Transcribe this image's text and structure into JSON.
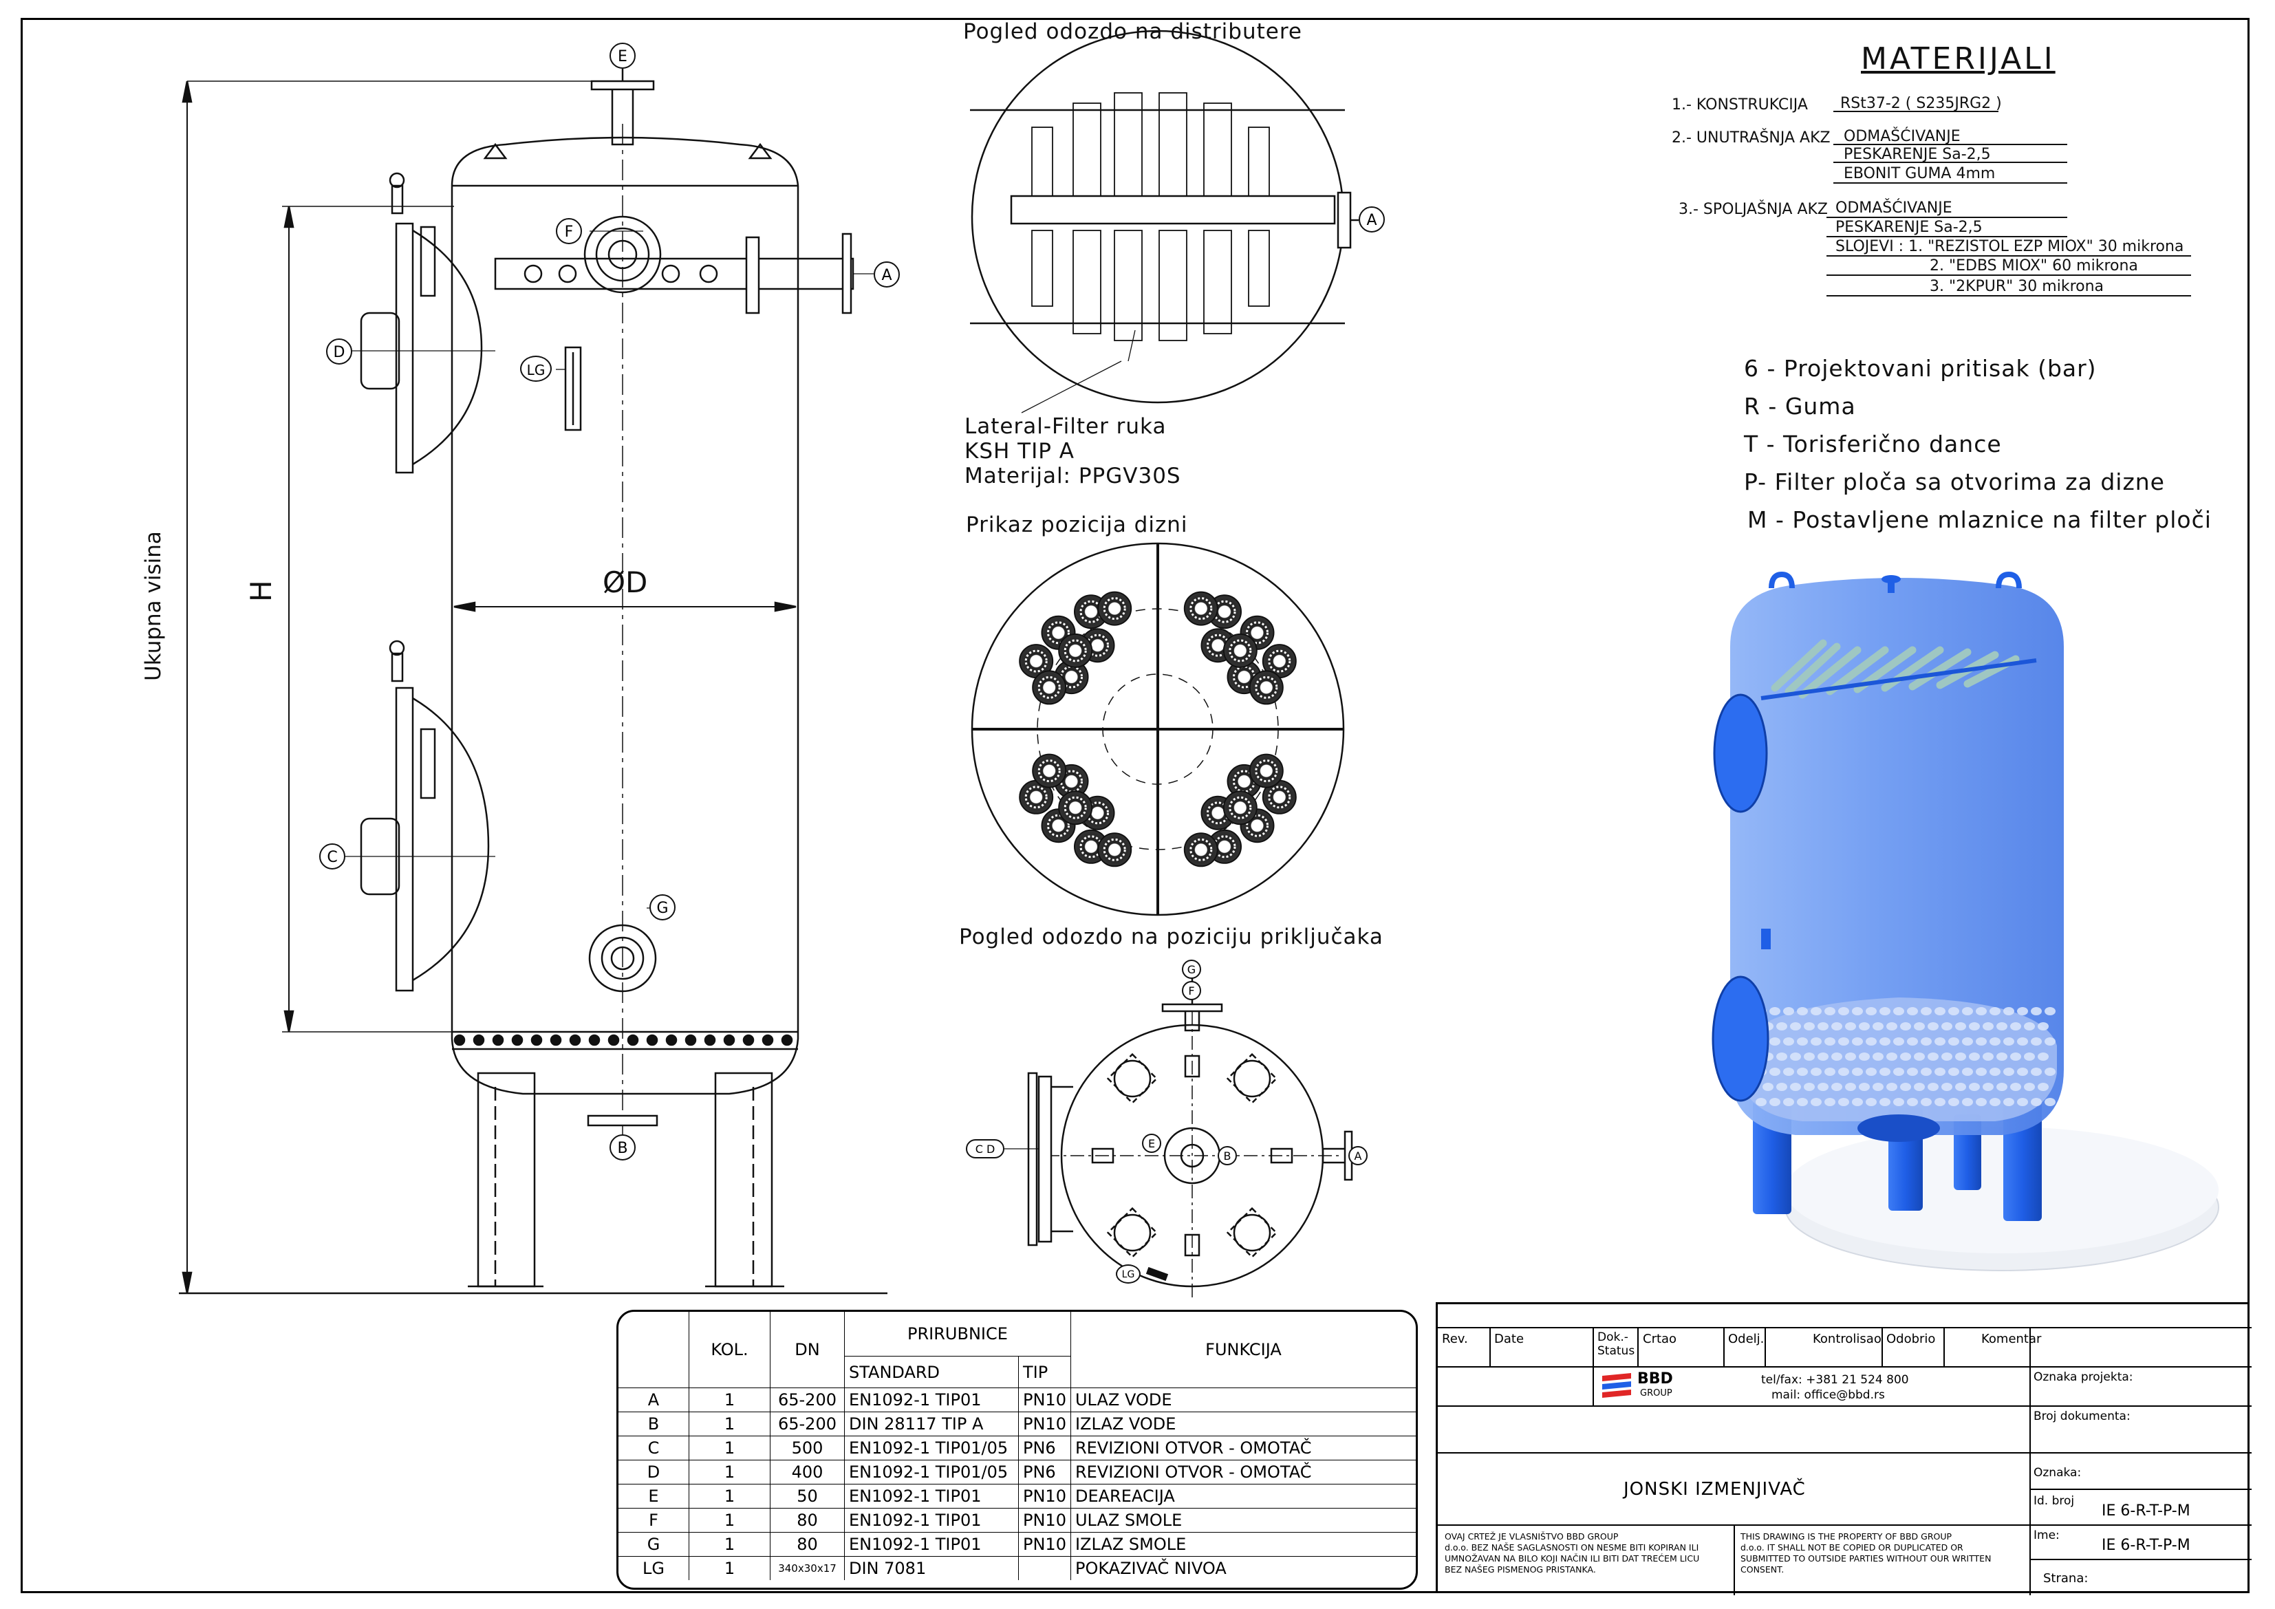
{
  "views": {
    "top_distributor": "Pogled odozdo na distributere",
    "lateral_note": [
      "Lateral-Filter ruka",
      "KSH TIP A",
      "Materijal: PPGV30S"
    ],
    "nozzle_positions": "Prikaz pozicija dizni",
    "connections_view": "Pogled odozdo na poziciju priključaka"
  },
  "dimensions": {
    "total_height": "Ukupna visina",
    "h": "H",
    "diameter": "ØD"
  },
  "labels": {
    "A": "A",
    "B": "B",
    "C": "C",
    "D": "D",
    "E": "E",
    "F": "F",
    "G": "G",
    "LG": "LG",
    "CD": "C D"
  },
  "materials": {
    "title": "MATERIJALI",
    "rows": [
      {
        "label": "1.- KONSTRUKCIJA",
        "value": "RSt37-2 ( S235JRG2 )"
      },
      {
        "label": "2.- UNUTRAŠNJA AKZ",
        "value": "ODMAŠĆIVANJE"
      },
      {
        "label": "",
        "value": "PESKARENJE Sa-2,5"
      },
      {
        "label": "",
        "value": "EBONIT GUMA 4mm"
      },
      {
        "label": "3.- SPOLJAŠNJA AKZ",
        "value": "ODMAŠĆIVANJE"
      },
      {
        "label": "",
        "value": "PESKARENJE Sa-2,5"
      },
      {
        "label": "",
        "value": "SLOJEVI : 1. \"REZISTOL EZP MIOX\" 30 mikrona"
      },
      {
        "label": "",
        "value": "2. \"EDBS MIOX\" 60 mikrona"
      },
      {
        "label": "",
        "value": "3. \"2KPUR\" 30 mikrona"
      }
    ]
  },
  "code_legend": [
    "6 - Projektovani pritisak (bar)",
    "R - Guma",
    "T - Torisferično dance",
    "P- Filter ploča sa otvorima za dizne",
    "M - Postavljene mlaznice na filter ploči"
  ],
  "nozzle_table": {
    "headers": {
      "kol": "KOL.",
      "dn": "DN",
      "prirubnice": "PRIRUBNICE",
      "standard": "STANDARD",
      "tip": "TIP",
      "funkcija": "FUNKCIJA"
    },
    "rows": [
      {
        "id": "A",
        "kol": "1",
        "dn": "65-200",
        "standard": "EN1092-1 TIP01",
        "tip": "PN10",
        "funkcija": "ULAZ VODE"
      },
      {
        "id": "B",
        "kol": "1",
        "dn": "65-200",
        "standard": "DIN 28117 TIP A",
        "tip": "PN10",
        "funkcija": "IZLAZ VODE"
      },
      {
        "id": "C",
        "kol": "1",
        "dn": "500",
        "standard": "EN1092-1 TIP01/05",
        "tip": "PN6",
        "funkcija": "REVIZIONI OTVOR - OMOTAČ"
      },
      {
        "id": "D",
        "kol": "1",
        "dn": "400",
        "standard": "EN1092-1 TIP01/05",
        "tip": "PN6",
        "funkcija": "REVIZIONI OTVOR - OMOTAČ"
      },
      {
        "id": "E",
        "kol": "1",
        "dn": "50",
        "standard": "EN1092-1 TIP01",
        "tip": "PN10",
        "funkcija": "DEAREACIJA"
      },
      {
        "id": "F",
        "kol": "1",
        "dn": "80",
        "standard": "EN1092-1 TIP01",
        "tip": "PN10",
        "funkcija": "ULAZ SMOLE"
      },
      {
        "id": "G",
        "kol": "1",
        "dn": "80",
        "standard": "EN1092-1 TIP01",
        "tip": "PN10",
        "funkcija": "IZLAZ SMOLE"
      },
      {
        "id": "LG",
        "kol": "1",
        "dn": "340x30x17",
        "standard": "DIN 7081",
        "tip": "",
        "funkcija": "POKAZIVAČ NIVOA"
      }
    ]
  },
  "title_block": {
    "rev": "Rev.",
    "date": "Date",
    "dok_status": "Dok.-Status",
    "crtao": "Crtao",
    "odelj": "Odelj.",
    "kontrolisao": "Kontrolisao",
    "odobrio": "Odobrio",
    "komentar": "Komentar",
    "logo": "BBD",
    "logo_sub": "GROUP",
    "tel": "tel/fax: +381 21 524 800",
    "mail": "mail: office@bbd.rs",
    "oznaka_projekta": "Oznaka projekta:",
    "broj_dokumenta": "Broj dokumenta:",
    "oznaka": "Oznaka:",
    "id_broj": "Id. broj",
    "id_value": "IE 6-R-T-P-M",
    "ime": "Ime:",
    "ime_value": "IE 6-R-T-P-M",
    "strana": "Strana:",
    "drawing_title": "JONSKI IZMENJIVAČ",
    "disclaimer_sr": [
      "OVAJ CRTEŽ JE VLASNIŠTVO BBD GROUP",
      "d.o.o. BEZ NAŠE SAGLASNOSTI ON NESME BITI KOPIRAN ILI",
      "UMNOŽAVAN NA BILO KOJI NAČIN ILI BITI DAT TREĆEM LICU",
      "BEZ NAŠEG PISMENOG PRISTANKA."
    ],
    "disclaimer_en": [
      "THIS DRAWING IS THE PROPERTY OF BBD GROUP",
      "d.o.o. IT SHALL NOT BE COPIED OR DUPLICATED OR",
      "SUBMITTED TO OUTSIDE PARTIES WITHOUT OUR WRITTEN",
      "CONSENT."
    ]
  },
  "colors": {
    "line": "#111111",
    "vessel": "#5c8ff0",
    "vessel_dark": "#1e5fe0",
    "base": "#eef1f6"
  }
}
